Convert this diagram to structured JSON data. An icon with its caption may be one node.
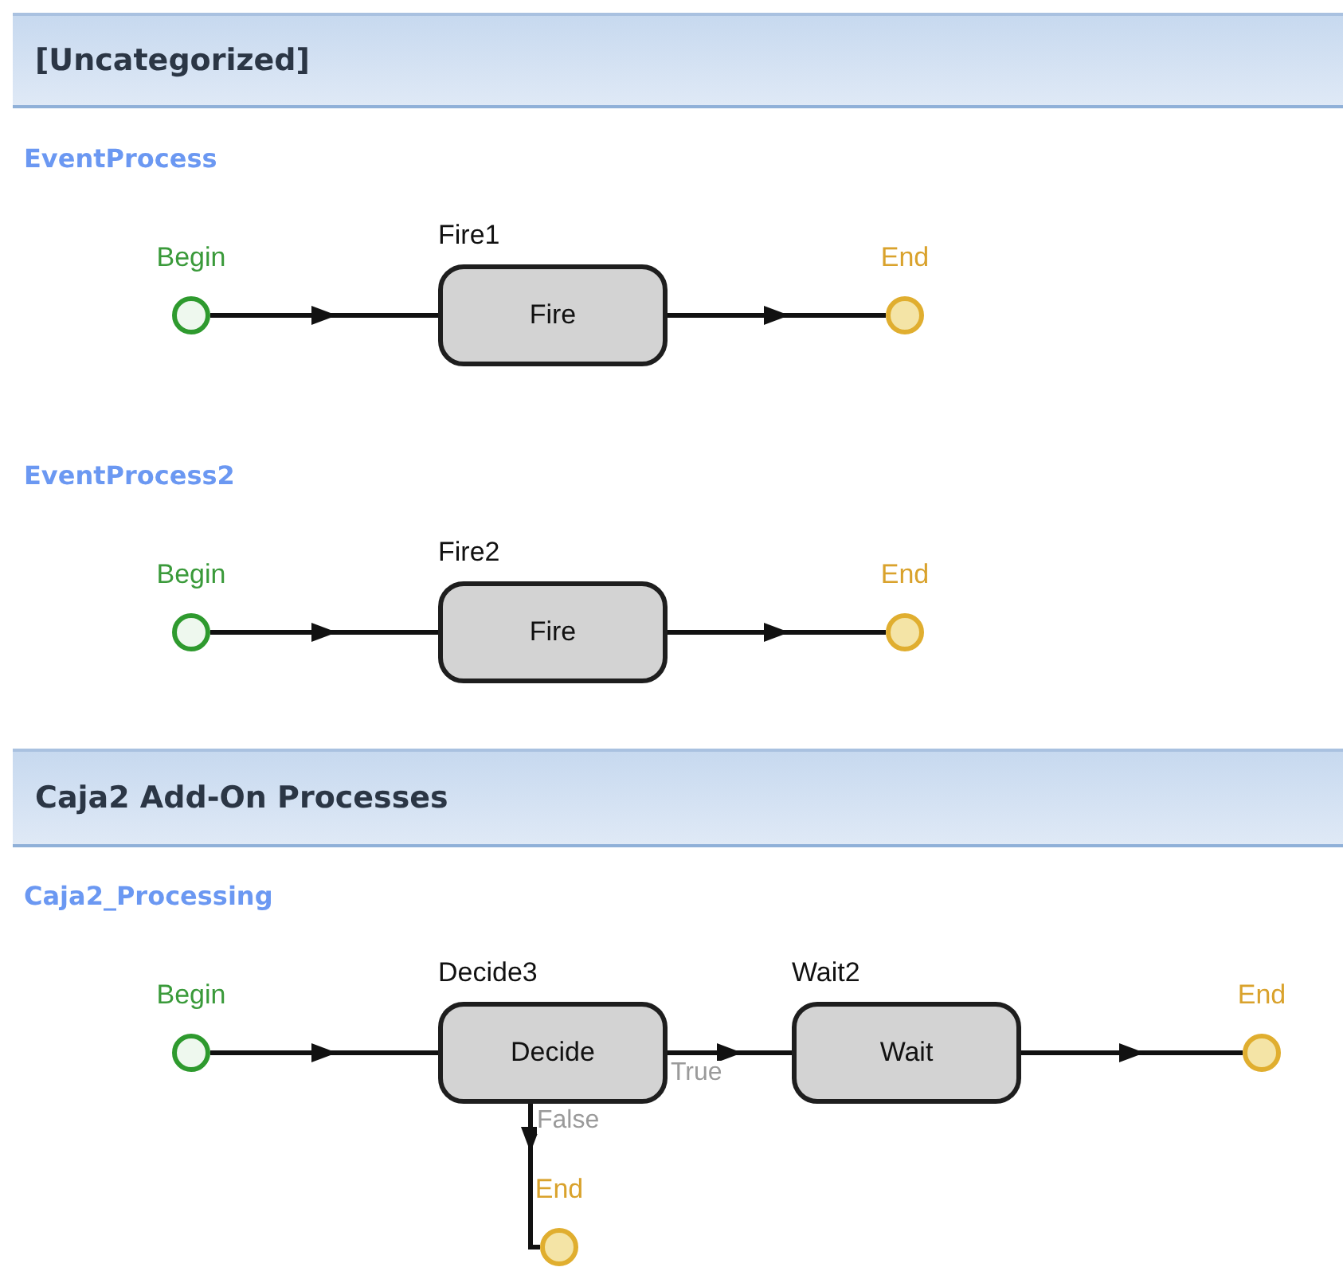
{
  "diagram": {
    "nodes": [
      {
        "text": [
          "[Uncategorized]"
        ]
      },
      {
        "text": [
          "Begin"
        ]
      },
      {
        "text": [
          "Fire1",
          "Fire"
        ]
      },
      {
        "text": [
          "End"
        ]
      },
      {
        "text": [
          "Begin"
        ]
      },
      {
        "text": [
          "Fire2",
          "Fire"
        ]
      },
      {
        "text": [
          "End"
        ]
      },
      {
        "text": [
          "Caja2 Add-On Processes"
        ]
      },
      {
        "text": [
          "Begin"
        ]
      },
      {
        "text": [
          "Decide3",
          "Decide"
        ]
      },
      {
        "text": [
          "Wait2",
          "Wait"
        ]
      },
      {
        "text": [
          "End"
        ]
      },
      {
        "text": [
          "End"
        ]
      }
    ],
    "edges": [
      {
        "from": 1,
        "to": 2,
        "arrow": "to"
      },
      {
        "from": 2,
        "to": 3,
        "arrow": "to"
      },
      {
        "from": 4,
        "to": 5,
        "arrow": "to"
      },
      {
        "from": 5,
        "to": 6,
        "arrow": "to"
      },
      {
        "from": 8,
        "to": 9,
        "arrow": "to"
      },
      {
        "from": 9,
        "to": 10,
        "label": "True",
        "arrow": "to"
      },
      {
        "from": 9,
        "to": 12,
        "label": "False",
        "arrow": "to"
      },
      {
        "from": 10,
        "to": 11,
        "arrow": "to"
      }
    ],
    "labels": [
      "EventProcess",
      "EventProcess2",
      "Caja2_Processing"
    ]
  }
}
